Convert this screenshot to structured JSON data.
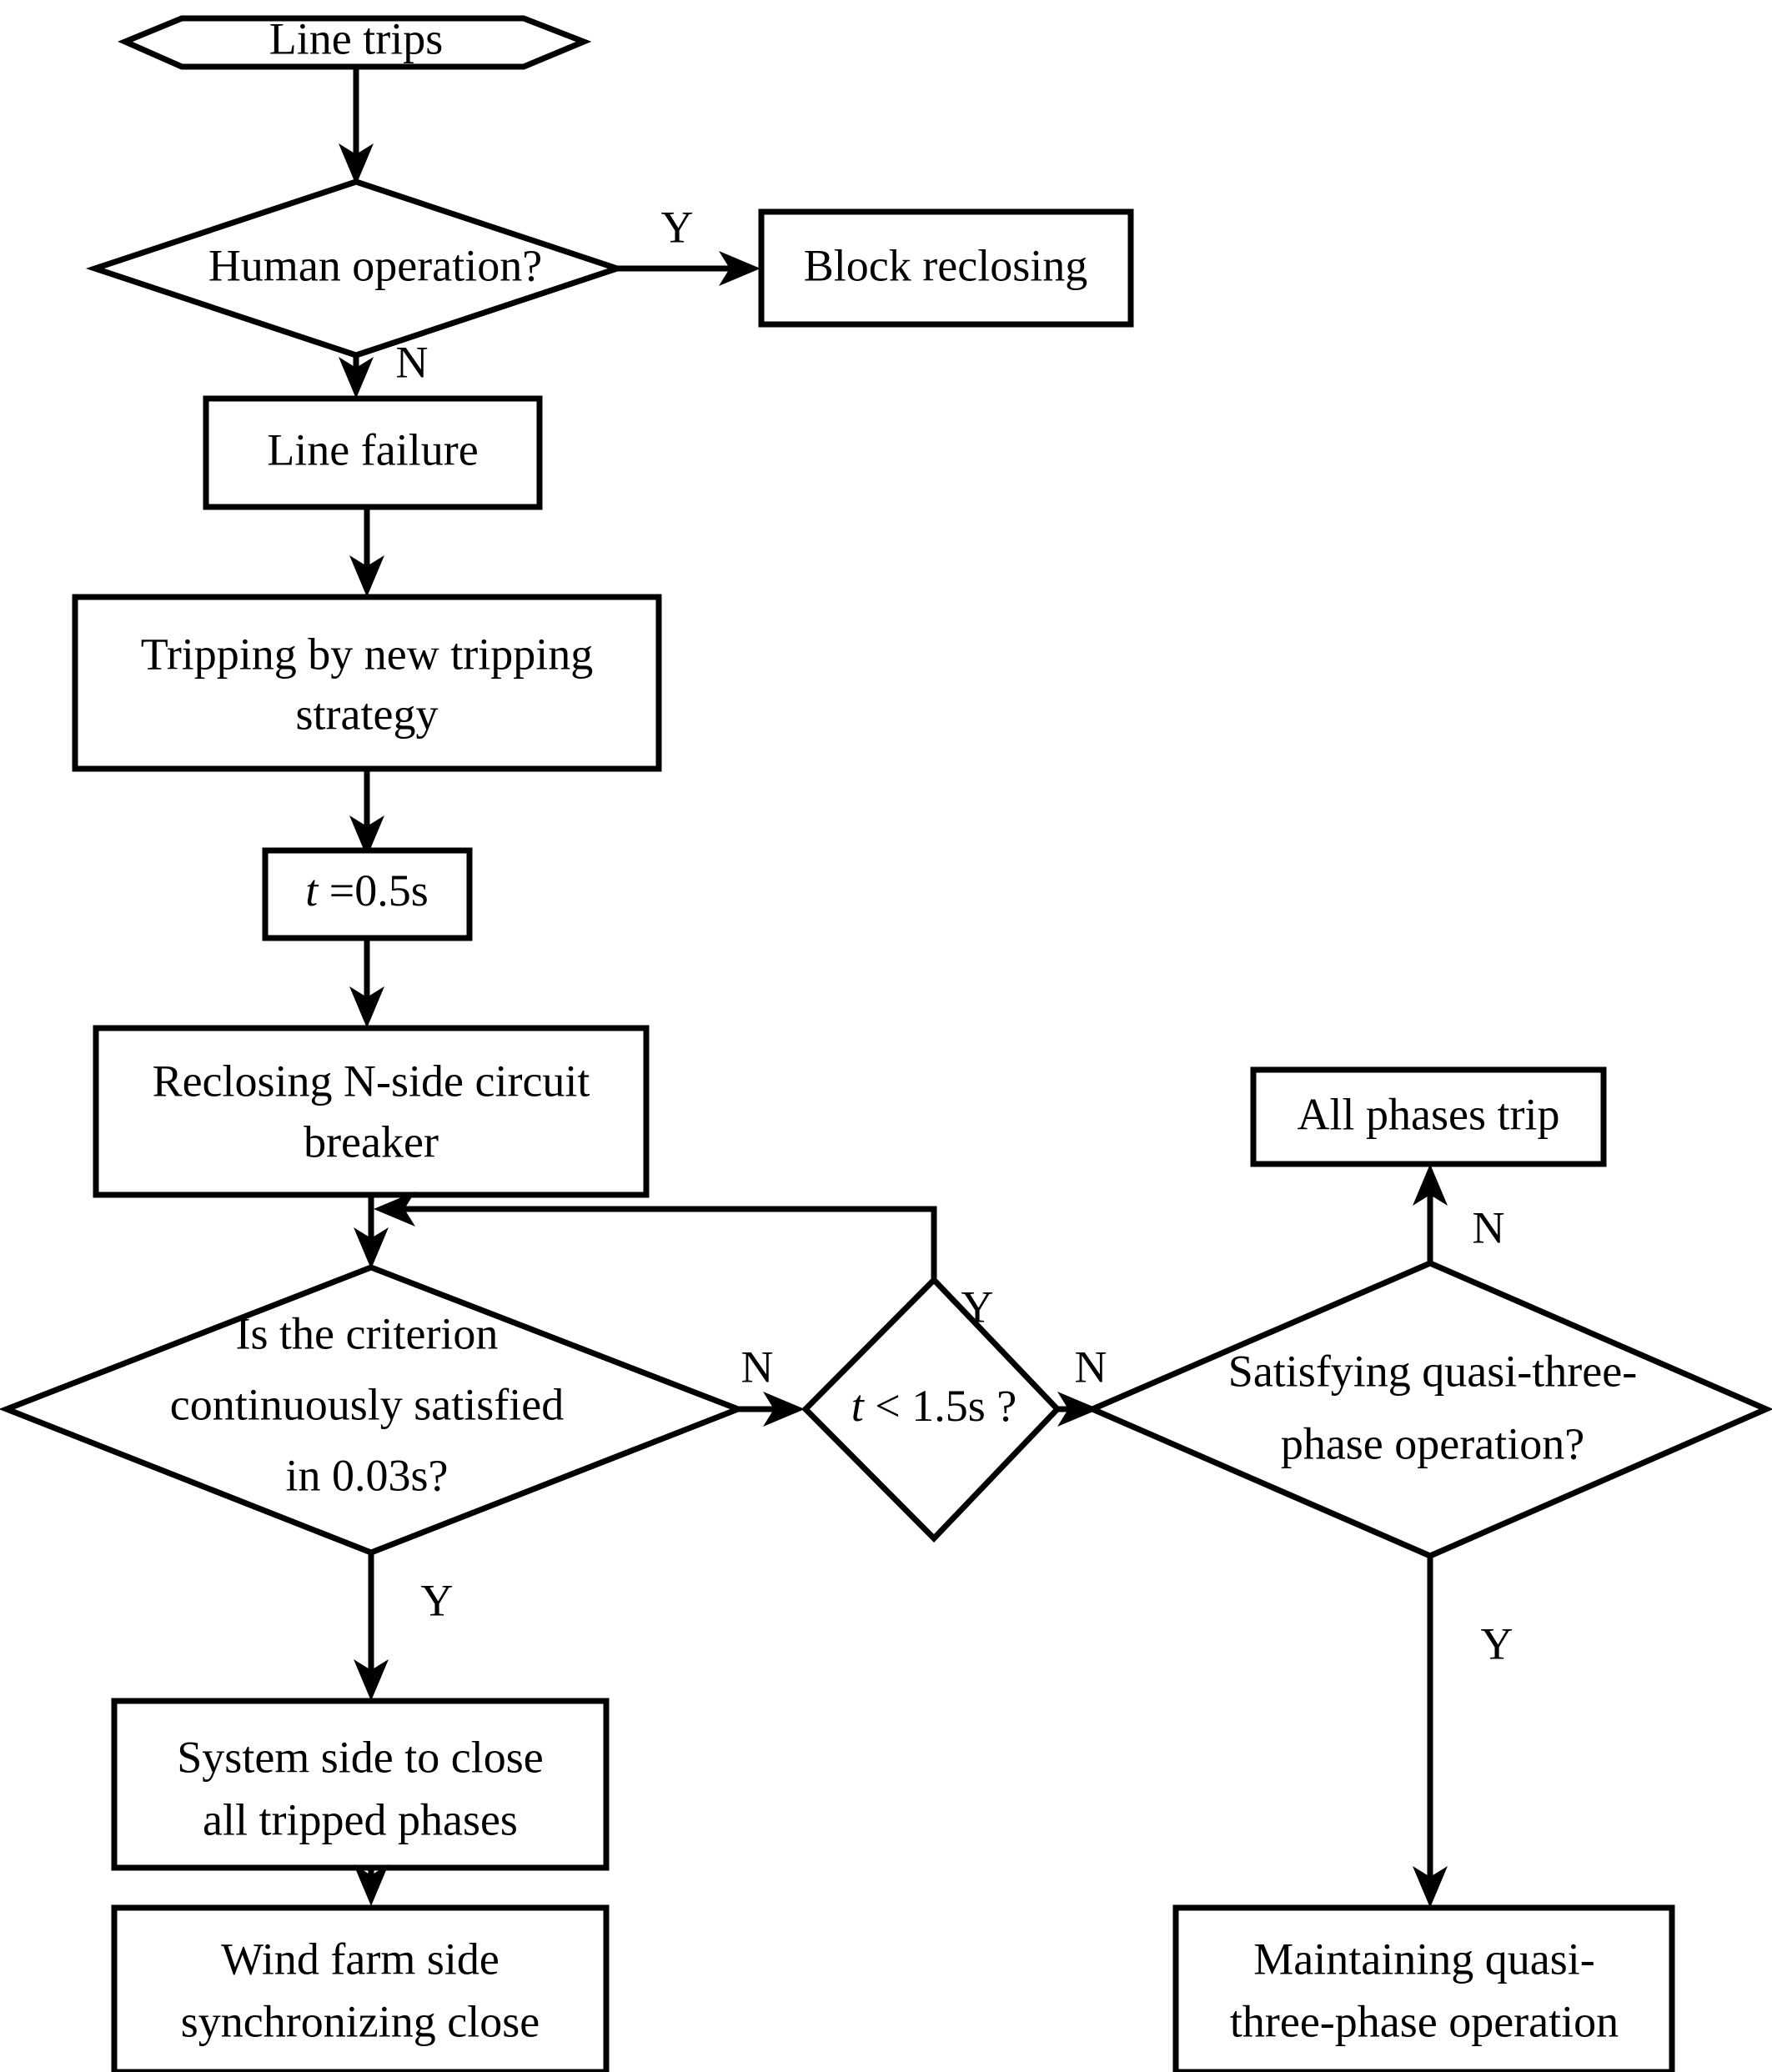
{
  "diagram": {
    "title": "Line reclosing decision flowchart",
    "stroke_color": "#000000",
    "background_color": "#ffffff",
    "nodes": {
      "start": {
        "label": "Line trips",
        "shape": "hexagon"
      },
      "human_operation": {
        "label": "Human operation?",
        "shape": "diamond"
      },
      "block_reclosing": {
        "label": "Block reclosing",
        "shape": "rectangle"
      },
      "line_failure": {
        "label": "Line failure",
        "shape": "rectangle"
      },
      "tripping_strategy": {
        "line1": "Tripping by new tripping",
        "line2": "strategy",
        "shape": "rectangle"
      },
      "timer": {
        "var": "t",
        "rest": " =0.5s",
        "shape": "rectangle"
      },
      "reclosing_breaker": {
        "line1": "Reclosing N-side circuit",
        "line2": "breaker",
        "shape": "rectangle"
      },
      "criterion": {
        "line1": "Is the criterion",
        "line2": "continuously satisfied",
        "line3": "in 0.03s?",
        "shape": "diamond"
      },
      "time_check": {
        "var": "t",
        "rest": " < 1.5s ?",
        "shape": "diamond"
      },
      "quasi_three_phase": {
        "line1": "Satisfying quasi-three-",
        "line2": "phase operation?",
        "shape": "diamond"
      },
      "all_phases_trip": {
        "label": "All phases trip",
        "shape": "rectangle"
      },
      "system_side_close": {
        "line1": "System side to close",
        "line2": "all tripped phases",
        "shape": "rectangle"
      },
      "wind_farm_close": {
        "line1": "Wind farm side",
        "line2": "synchronizing close",
        "shape": "rectangle"
      },
      "maintaining_quasi": {
        "line1": "Maintaining quasi-",
        "line2": "three-phase operation",
        "shape": "rectangle"
      }
    },
    "branch_labels": {
      "human_yes": "Y",
      "human_no": "N",
      "criterion_no": "N",
      "criterion_yes": "Y",
      "time_check_yes": "Y",
      "time_check_no": "N",
      "quasi_no": "N",
      "quasi_yes": "Y"
    },
    "edges": [
      {
        "from": "start",
        "to": "human_operation",
        "label": ""
      },
      {
        "from": "human_operation",
        "to": "block_reclosing",
        "label": "Y"
      },
      {
        "from": "human_operation",
        "to": "line_failure",
        "label": "N"
      },
      {
        "from": "line_failure",
        "to": "tripping_strategy",
        "label": ""
      },
      {
        "from": "tripping_strategy",
        "to": "timer",
        "label": ""
      },
      {
        "from": "timer",
        "to": "reclosing_breaker",
        "label": ""
      },
      {
        "from": "reclosing_breaker",
        "to": "criterion",
        "label": ""
      },
      {
        "from": "criterion",
        "to": "time_check",
        "label": "N"
      },
      {
        "from": "criterion",
        "to": "system_side_close",
        "label": "Y"
      },
      {
        "from": "time_check",
        "to": "criterion",
        "label": "Y"
      },
      {
        "from": "time_check",
        "to": "quasi_three_phase",
        "label": "N"
      },
      {
        "from": "quasi_three_phase",
        "to": "all_phases_trip",
        "label": "N"
      },
      {
        "from": "quasi_three_phase",
        "to": "maintaining_quasi",
        "label": "Y"
      },
      {
        "from": "system_side_close",
        "to": "wind_farm_close",
        "label": ""
      }
    ]
  }
}
